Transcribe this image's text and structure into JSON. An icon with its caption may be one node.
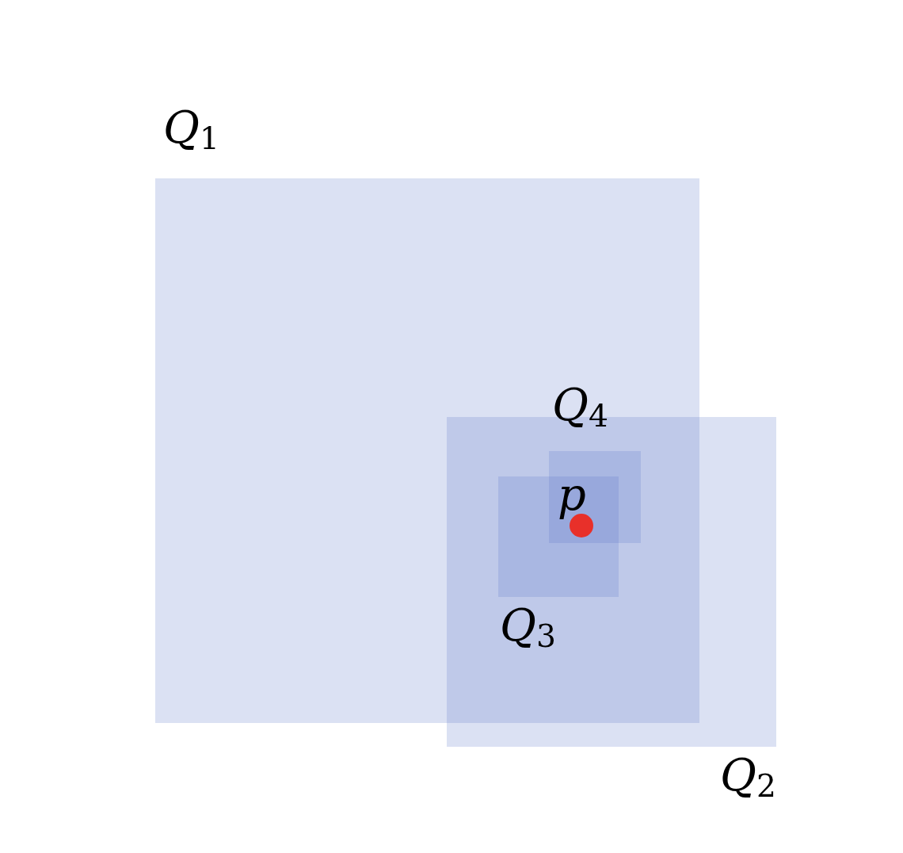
{
  "diagram": {
    "nodes": [
      {
        "text": [],
        "shape": "box"
      },
      {
        "text": [],
        "shape": "box"
      },
      {
        "text": [],
        "shape": "box"
      },
      {
        "text": [],
        "shape": "box"
      },
      {
        "text": [],
        "shape": "circle"
      }
    ],
    "labels": [
      "*Q*$_{1}$",
      "*Q*$_{4}$",
      "p",
      "*Q*$_{3}$",
      "*Q*$_{2}$"
    ]
  }
}
